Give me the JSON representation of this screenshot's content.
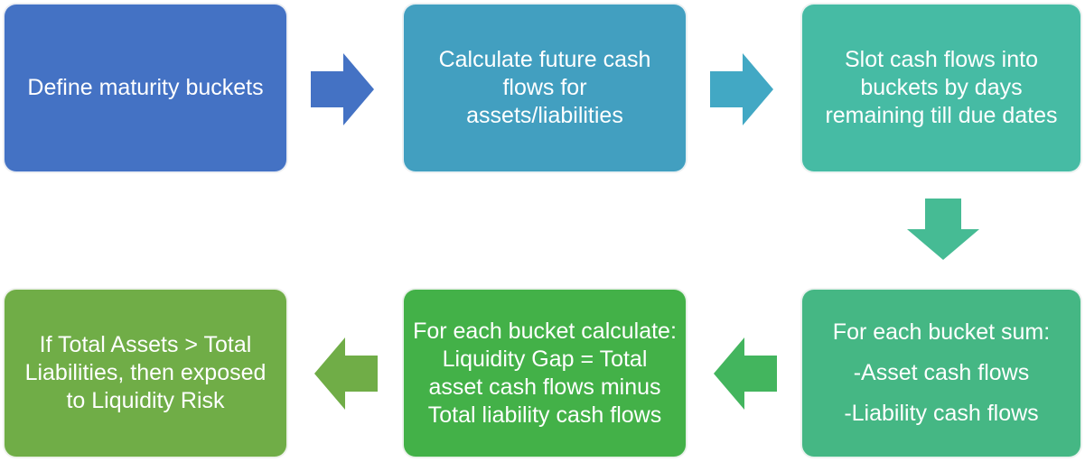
{
  "steps": [
    {
      "text": "Define maturity buckets",
      "color": "#4472C4"
    },
    {
      "text": "Calculate future cash flows for assets/liabilities",
      "color": "#429FC0"
    },
    {
      "text": "Slot cash flows into buckets by days remaining till due dates",
      "color": "#46BBA4"
    },
    {
      "lines": [
        "For each bucket sum:",
        "-Asset cash flows",
        "-Liability cash flows"
      ],
      "color": "#45B784"
    },
    {
      "text": "For each bucket calculate: Liquidity Gap = Total asset cash flows minus Total liability cash flows",
      "color": "#43B148"
    },
    {
      "text": "If Total Assets > Total Liabilities, then exposed to Liquidity Risk",
      "color": "#70AD47"
    }
  ],
  "arrow_colors": {
    "a1": "#4472C4",
    "a2": "#42A8C4",
    "a3": "#46BB94",
    "a4": "#43B55E",
    "a5": "#70AD47"
  }
}
